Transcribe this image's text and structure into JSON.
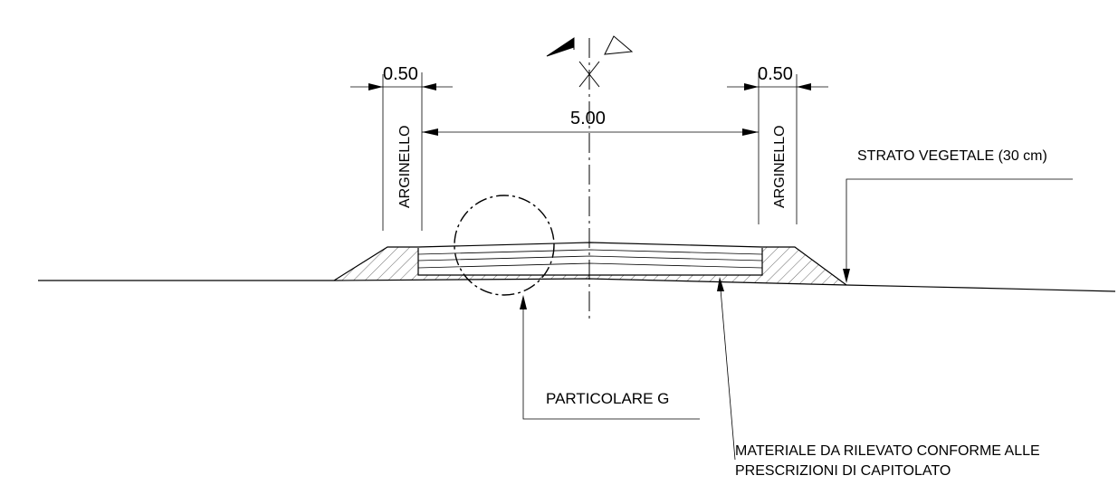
{
  "dimensions": {
    "berm_left_width": "0.50",
    "berm_right_width": "0.50",
    "road_width": "5.00"
  },
  "labels": {
    "arginello_left": "ARGINELLO",
    "arginello_right": "ARGINELLO",
    "strato_vegetale": "STRATO VEGETALE (30 cm)",
    "particolare": "PARTICOLARE G",
    "materiale_line1": "MATERIALE DA RILEVATO CONFORME ALLE",
    "materiale_line2": "PRESCRIZIONI DI CAPITOLATO"
  },
  "icons": {
    "axis_flags": "survey-flags-icon"
  }
}
